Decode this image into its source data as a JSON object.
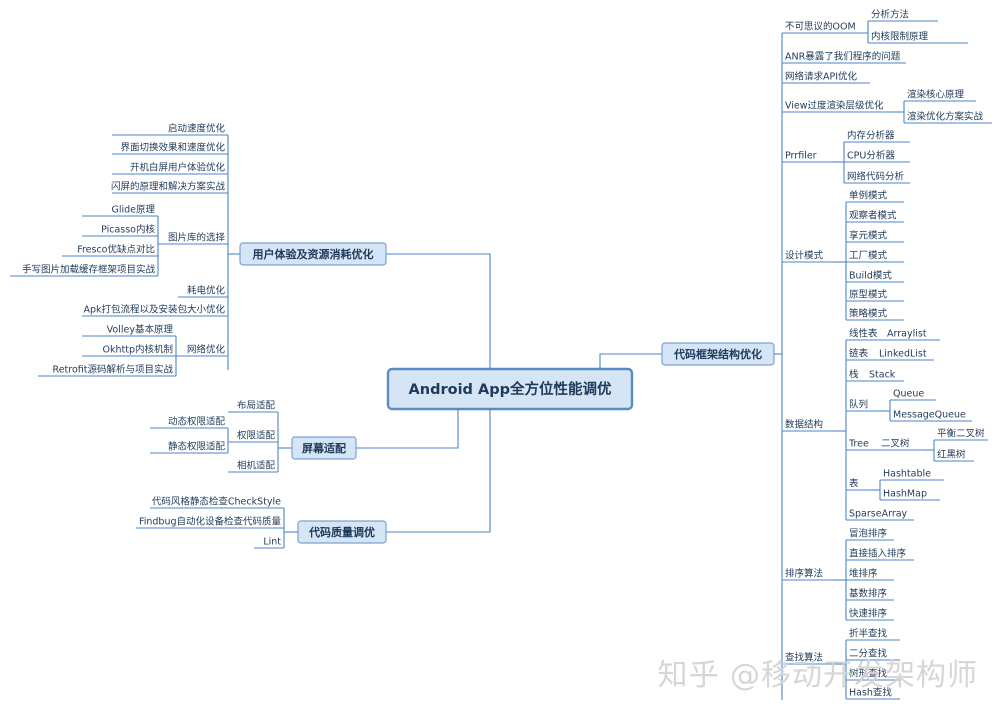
{
  "center": "Android App全方位性能调优",
  "watermark": "知乎 @移动开发架构师",
  "right_branch": {
    "title": "代码框架结构优化",
    "groups": {
      "oom": {
        "label": "不可思议的OOM",
        "children": [
          "分析方法",
          "内核限制原理"
        ]
      },
      "anr": {
        "label": "ANR暴露了我们程序的问题"
      },
      "net": {
        "label": "网络请求API优化"
      },
      "view": {
        "label": "View过度渲染层级优化",
        "children": [
          "渲染核心原理",
          "渲染优化方案实战"
        ]
      },
      "prof": {
        "label": "Prrfiler",
        "children": [
          "内存分析器",
          "CPU分析器",
          "网络代码分析"
        ]
      },
      "design": {
        "label": "设计模式",
        "children": [
          "单例模式",
          "观察者模式",
          "享元模式",
          "工厂模式",
          "Build模式",
          "原型模式",
          "策略模式"
        ]
      },
      "ds": {
        "label": "数据结构",
        "linear": {
          "label": "线性表",
          "child": "Arraylist"
        },
        "linked": {
          "label": "链表",
          "child": "LinkedList"
        },
        "stack": {
          "label": "栈",
          "child": "Stack"
        },
        "queue": {
          "label": "队列",
          "children": [
            "Queue",
            "MessageQueue"
          ]
        },
        "tree": {
          "label": "Tree",
          "mid": "二叉树",
          "children": [
            "平衡二叉树",
            "红黑树"
          ]
        },
        "table": {
          "label": "表",
          "children": [
            "Hashtable",
            "HashMap"
          ]
        },
        "sparse": {
          "label": "SparseArray"
        }
      },
      "sort": {
        "label": "排序算法",
        "children": [
          "冒泡排序",
          "直接插入排序",
          "堆排序",
          "基数排序",
          "快速排序"
        ]
      },
      "search": {
        "label": "查找算法",
        "children": [
          "折半查找",
          "二分查找",
          "树形查找",
          "Hash查找"
        ]
      }
    }
  },
  "left_ux": {
    "title": "用户体验及资源消耗优化",
    "items": [
      "启动速度优化",
      "界面切换效果和速度优化",
      "开机白屏用户体验优化",
      "闪屏的原理和解决方案实战"
    ],
    "image": {
      "label": "图片库的选择",
      "children": [
        "Glide原理",
        "Picasso内核",
        "Fresco优缺点对比",
        "手写图片加载缓存框架项目实战"
      ]
    },
    "power": "耗电优化",
    "apk": "Apk打包流程以及安装包大小优化",
    "network": {
      "label": "网络优化",
      "children": [
        "Volley基本原理",
        "Okhttp内核机制",
        "Retrofit源码解析与项目实战"
      ]
    }
  },
  "left_screen": {
    "title": "屏幕适配",
    "layout": "布局适配",
    "perm": {
      "label": "权限适配",
      "children": [
        "动态权限适配",
        "静态权限适配"
      ]
    },
    "camera": "相机适配"
  },
  "left_quality": {
    "title": "代码质量调优",
    "items": [
      "代码风格静态检查CheckStyle",
      "Findbug自动化设备检查代码质量",
      "Lint"
    ]
  },
  "colors": {
    "line": "#4b86c6",
    "box_fill": "#d6e5f5",
    "box_border": "#7aa2cf",
    "center_border": "#5a8cc4",
    "text": "#1f3a5a"
  }
}
